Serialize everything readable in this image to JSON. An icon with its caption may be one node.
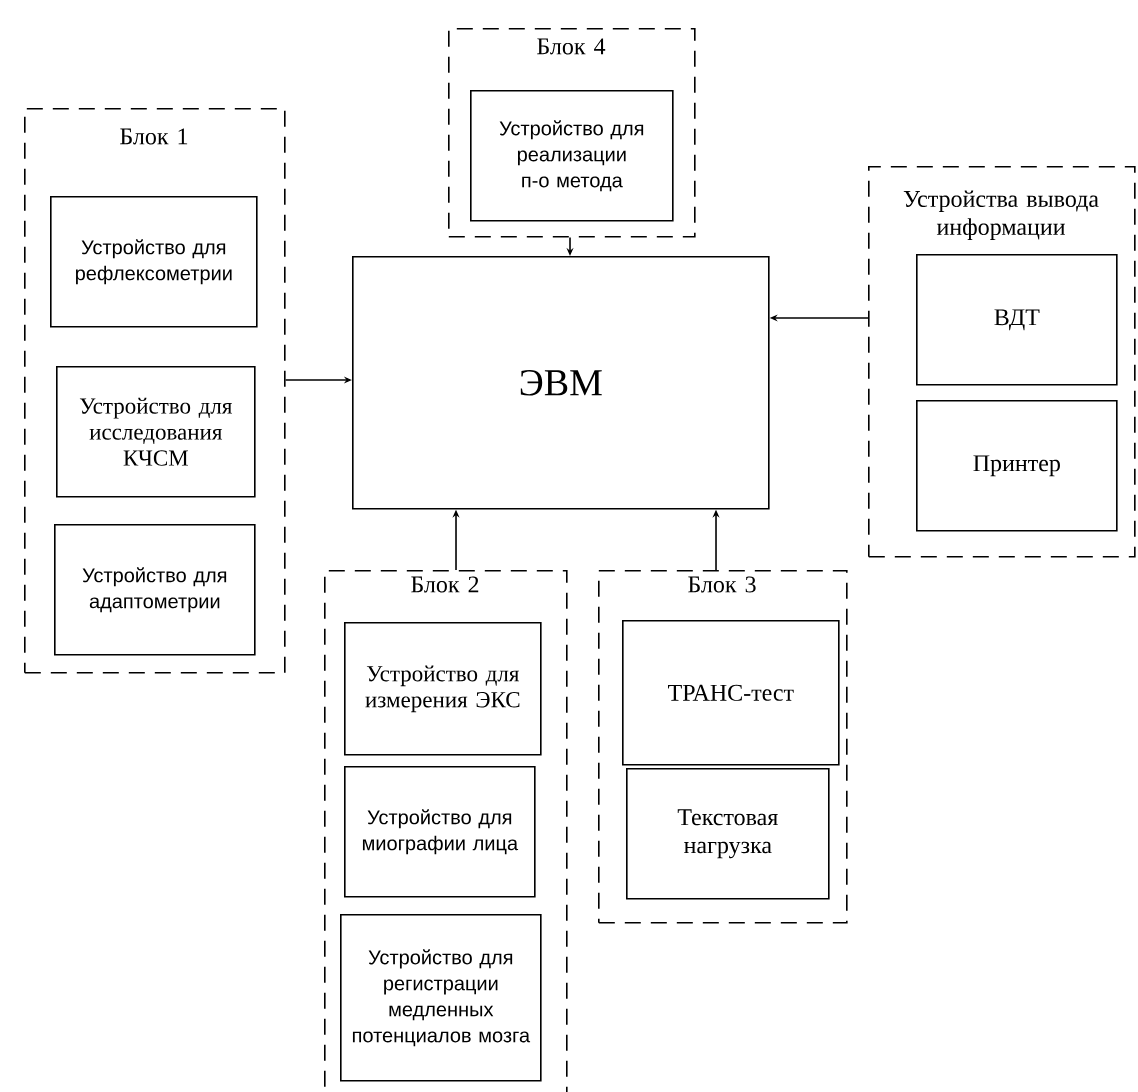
{
  "diagram": {
    "nodes": [
      {
        "text": [
          "Блок 1"
        ]
      },
      {
        "text": [
          "Устройство для рефлексометрии"
        ],
        "in": 0
      },
      {
        "text": [
          "Устройство для исследования КЧСМ"
        ],
        "in": 0
      },
      {
        "text": [
          "Устройство для адаптометрии"
        ],
        "in": 0
      },
      {
        "text": [
          "Блок 4"
        ]
      },
      {
        "text": [
          "Устройство для реализации п-о метода"
        ],
        "in": 4
      },
      {
        "text": [
          "ЭВМ"
        ]
      },
      {
        "text": [
          "Устройства вывода информации"
        ]
      },
      {
        "text": [
          "ВДТ"
        ],
        "in": 7
      },
      {
        "text": [
          "Принтер"
        ],
        "in": 7
      },
      {
        "text": [
          "Блок 2"
        ]
      },
      {
        "text": [
          "Устройство для измерения ЭКС"
        ],
        "in": 10
      },
      {
        "text": [
          "Устройство для миографии лица"
        ],
        "in": 10
      },
      {
        "text": [
          "Устройство для регистрации медленных потенциалов мозга"
        ],
        "in": 10
      },
      {
        "text": [
          "Блок 3"
        ]
      },
      {
        "text": [
          "ТРАНС-тест"
        ],
        "in": 14
      },
      {
        "text": [
          "Текстовая нагрузка"
        ],
        "in": 14
      }
    ],
    "edges": [
      {
        "from": 0,
        "to": 6,
        "arrow": "to"
      },
      {
        "from": 4,
        "to": 6,
        "arrow": "to"
      },
      {
        "from": 7,
        "to": 6,
        "arrow": "to"
      },
      {
        "from": 10,
        "to": 6,
        "arrow": "to"
      },
      {
        "from": 14,
        "to": 6,
        "arrow": "to"
      }
    ]
  }
}
